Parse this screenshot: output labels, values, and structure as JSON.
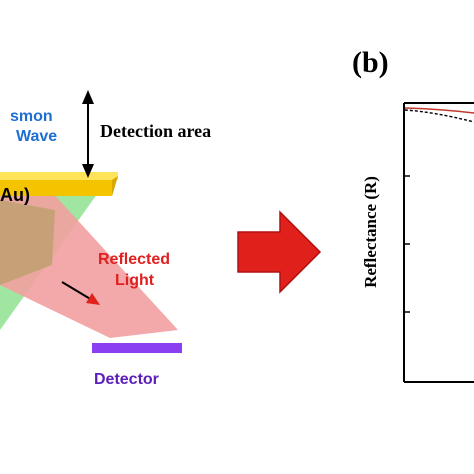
{
  "panel_a": {
    "plasmon_line1": "smon",
    "plasmon_line2": "Wave",
    "detection_area": "Detection area",
    "metal_label": "Au)",
    "reflected_line1": "Reflected",
    "reflected_line2": "Light",
    "detector": "Detector",
    "colors": {
      "plasmon_text": "#1e6fd0",
      "reflected_text": "#e02020",
      "detector_text": "#5b1fb8",
      "detector_bar": "#8a3ff0",
      "gold_film": "#f5c400",
      "incident_beam": "#8fe08f",
      "reflected_beam": "#f2a0a0",
      "prism_overlap": "#c0a070",
      "arrow": "#e0201a"
    }
  },
  "panel_b": {
    "label": "(b)",
    "ylabel": "Reflectance (R)",
    "colors": {
      "solid_curve": "#c0392b",
      "dashed_curve": "#000000"
    }
  }
}
